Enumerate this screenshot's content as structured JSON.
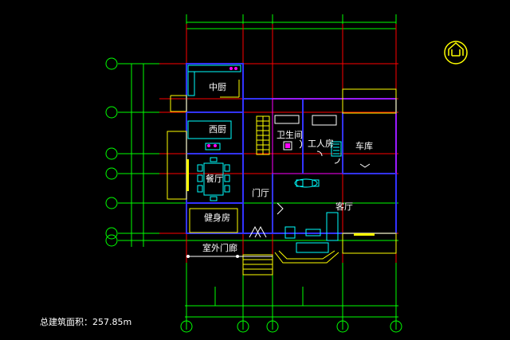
{
  "colors": {
    "background": "#000000",
    "grid": "#00ff00",
    "axis_red": "#ff0000",
    "wall": "#ff00ff",
    "wall_blue": "#3333ff",
    "furniture_cyan": "#00ffff",
    "furniture_yellow": "#ffff00",
    "text": "#ffffff",
    "north_arrow": "#ffff00"
  },
  "rooms": {
    "kitchen": "中厨",
    "western_kitchen": "西厨",
    "dining": "餐厅",
    "gym": "健身房",
    "bathroom": "卫生间",
    "maid_room": "工人房",
    "garage": "车库",
    "foyer": "门厅",
    "living": "客厅",
    "porch": "室外门廊"
  },
  "total_area_label": "总建筑面积：257.85m",
  "icons": {
    "north_arrow": "north-arrow-icon"
  }
}
